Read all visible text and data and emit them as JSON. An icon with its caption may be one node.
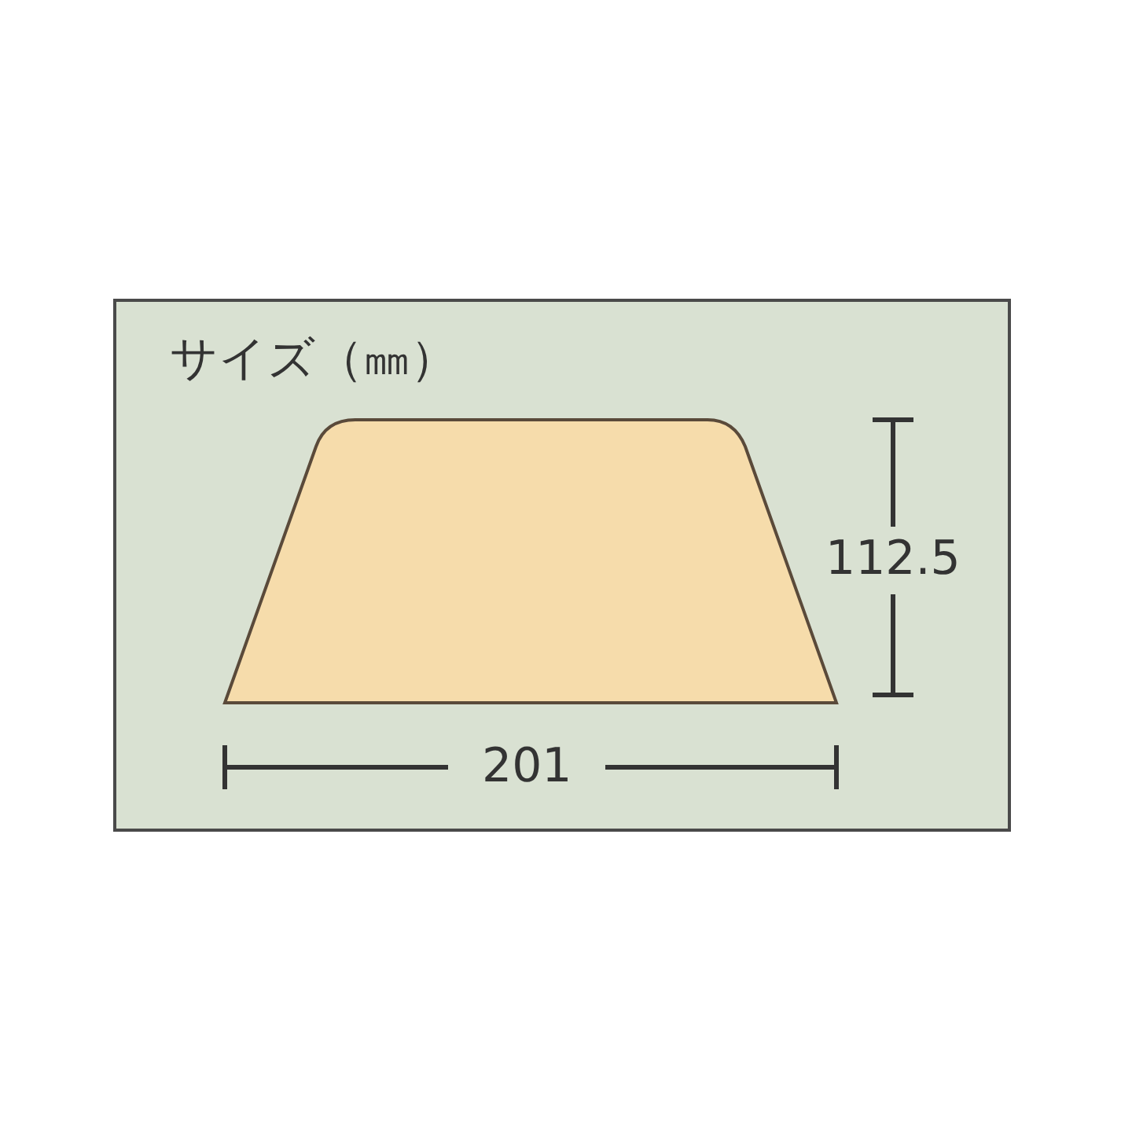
{
  "diagram": {
    "labels": [
      "サイズ（㎜）",
      "112.5",
      "201"
    ]
  }
}
